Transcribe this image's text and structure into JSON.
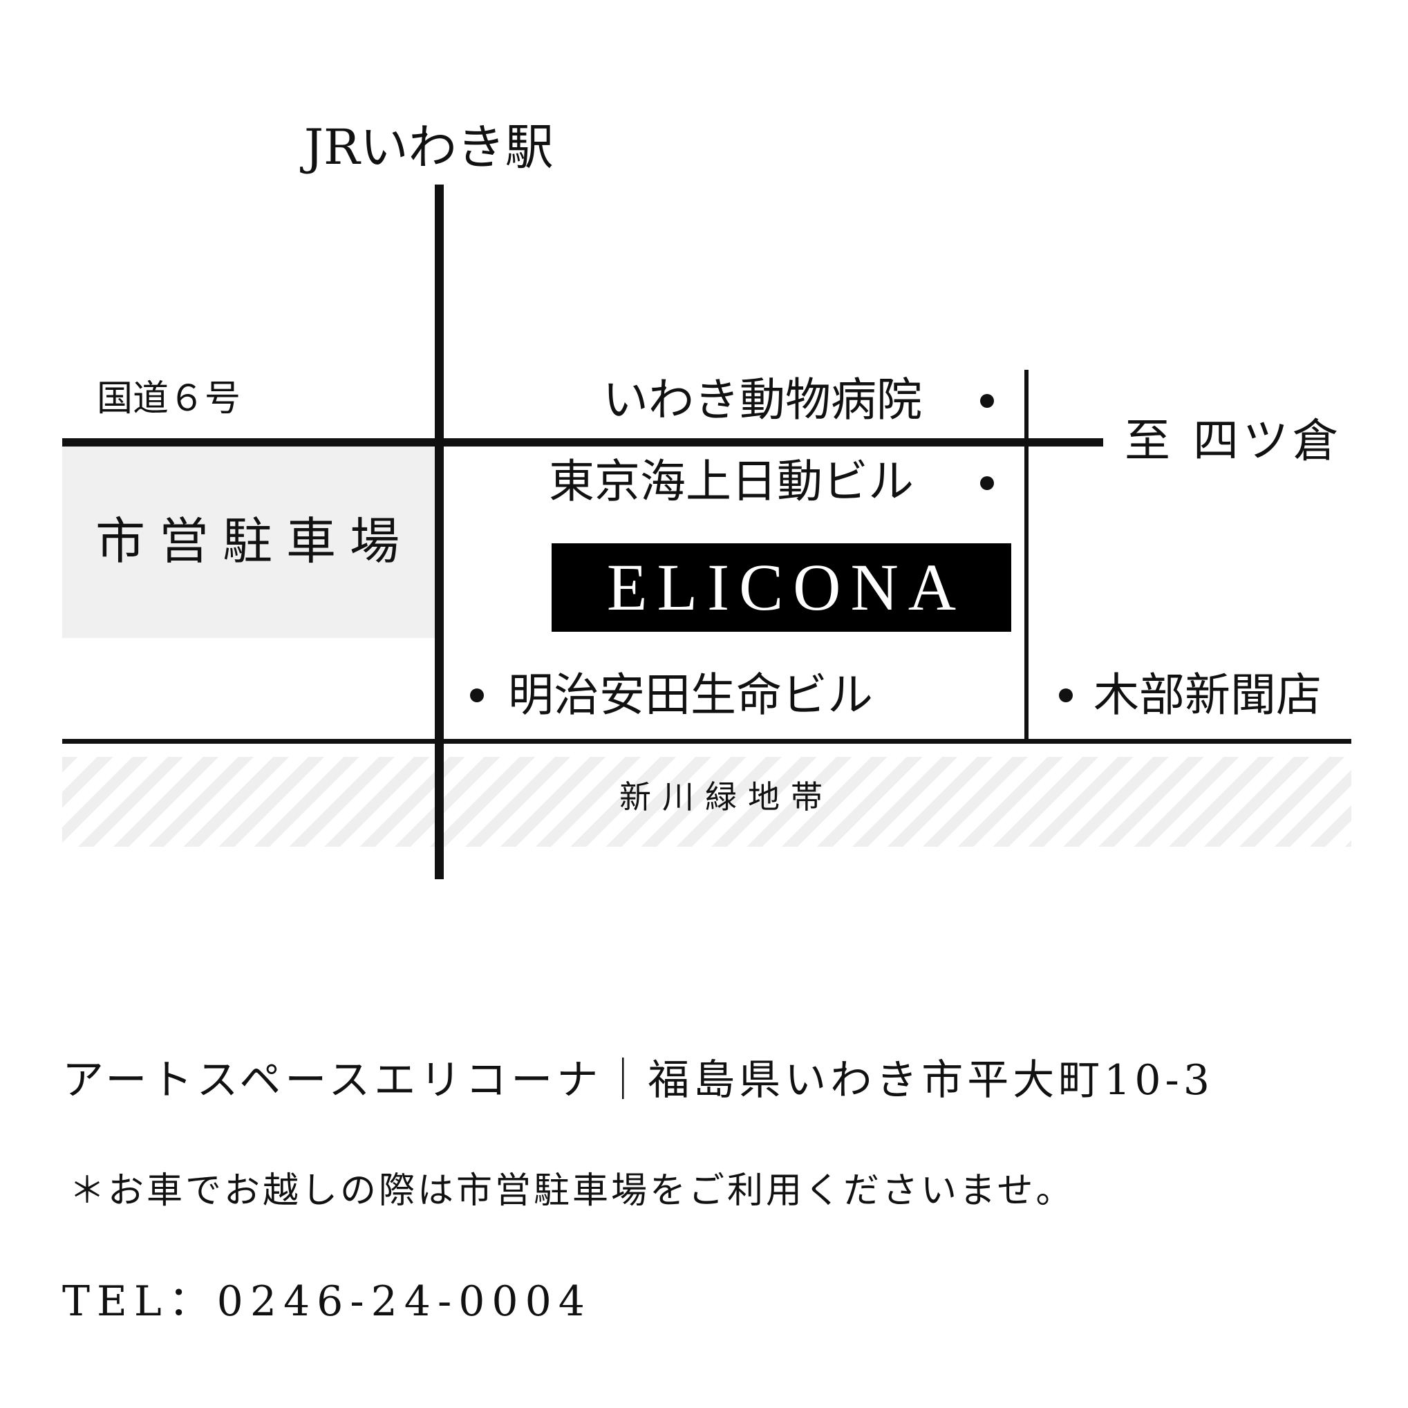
{
  "map": {
    "station_label": "JRいわき駅",
    "route_label": "国道６号",
    "direction_label": "至 四ツ倉",
    "parking_label": "市営駐車場",
    "greenbelt_label": "新川緑地帯",
    "landmarks": {
      "animal_hospital": "いわき動物病院",
      "tokio_marine": "東京海上日動ビル",
      "meiji_yasuda": "明治安田生命ビル",
      "kibe_news": "木部新聞店"
    },
    "destination_label": "ELICONA",
    "colors": {
      "road": "#111111",
      "parking_fill": "#f0f0f0",
      "greenbelt_stripe": "#efefef",
      "destination_box": "#000000",
      "destination_text": "#ffffff"
    }
  },
  "info": {
    "address": "アートスペースエリコーナ｜福島県いわき市平大町10-3",
    "note": "＊お車でお越しの際は市営駐車場をご利用くださいませ。",
    "tel": "TEL：0246-24-0004"
  }
}
